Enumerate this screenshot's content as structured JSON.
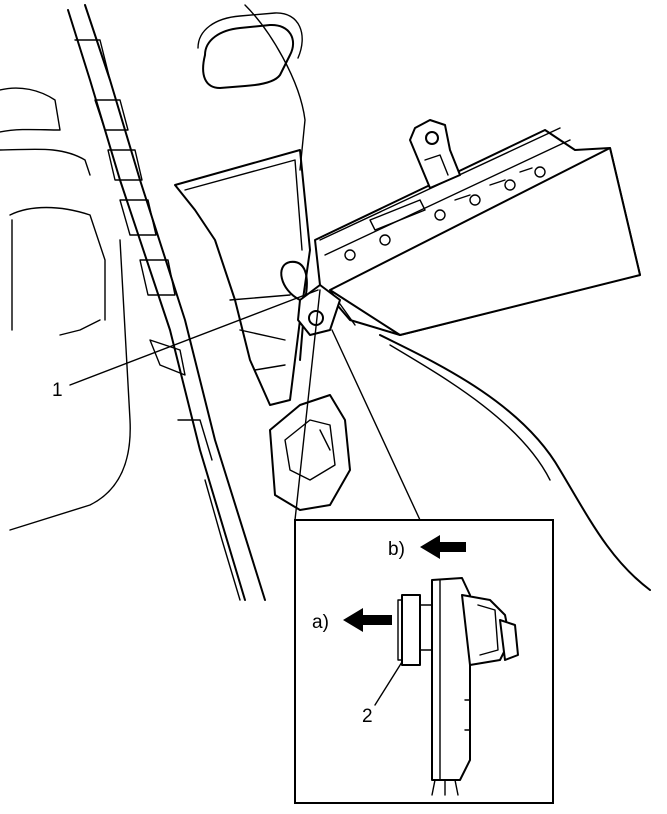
{
  "callouts": {
    "part_1": "1",
    "part_2": "2",
    "step_a": "a)",
    "step_b": "b)"
  },
  "colors": {
    "line": "#000000",
    "background": "#ffffff"
  }
}
